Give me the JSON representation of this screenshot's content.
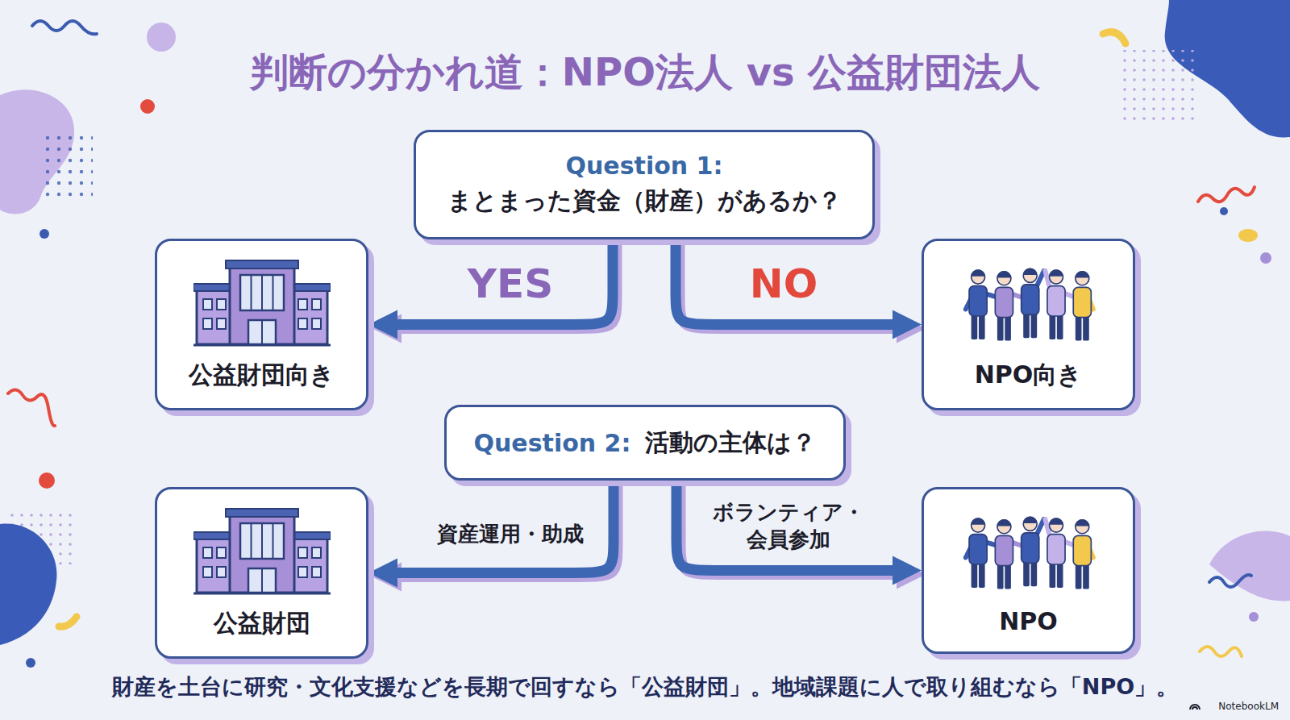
{
  "diagram": {
    "title": "判断の分かれ道：NPO法人 vs 公益財団法人",
    "caption": "財産を土台に研究・文化支援などを長期で回すなら「公益財団」。地域課題に人で取り組むなら「NPO」。",
    "nodes": [
      {
        "text": [
          "Question 1:",
          "まとまった資金（財産）があるか？"
        ]
      },
      {
        "text": [
          "公益財団向き"
        ]
      },
      {
        "text": [
          "NPO向き"
        ]
      },
      {
        "text": [
          "Question 2:",
          "活動の主体は？"
        ]
      },
      {
        "text": [
          "公益財団"
        ]
      },
      {
        "text": [
          "NPO"
        ]
      }
    ],
    "edges": [
      {
        "from": 0,
        "to": 1,
        "arrow": "to",
        "label": "YES"
      },
      {
        "from": 0,
        "to": 2,
        "arrow": "to",
        "label": "NO"
      },
      {
        "from": 3,
        "to": 4,
        "arrow": "to",
        "label": "資産運用・助成"
      },
      {
        "from": 3,
        "to": 5,
        "arrow": "to",
        "label": "ボランティア・ 会員参加"
      }
    ],
    "labels": [
      "NotebookLM"
    ]
  }
}
